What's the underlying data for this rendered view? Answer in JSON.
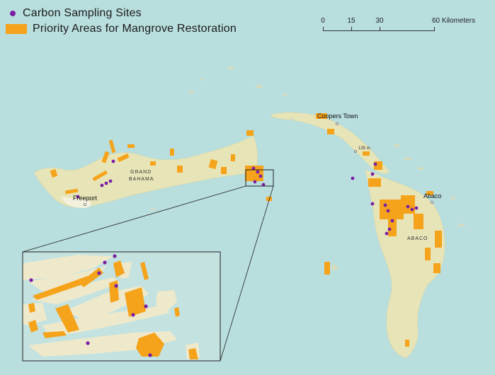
{
  "legend": {
    "sampling_label": "Carbon Sampling Sites",
    "restoration_label": "Priority Areas for Mangrove Restoration"
  },
  "scale_bar": {
    "ticks": [
      "0",
      "15",
      "30",
      "60 Kilometers"
    ]
  },
  "places": {
    "coopers_town": "Coopers Town",
    "elevation": "135 m",
    "grand": "GRAND",
    "bahama": "BAHAMA",
    "freeport": "Freeport",
    "abaco_town": "Abaco",
    "abaco_island": "ABACO"
  },
  "colors": {
    "sea": "#b9dede",
    "land": "#e7e5b8",
    "restoration": "#f5a31a",
    "sampling_site": "#7b1fa2"
  }
}
